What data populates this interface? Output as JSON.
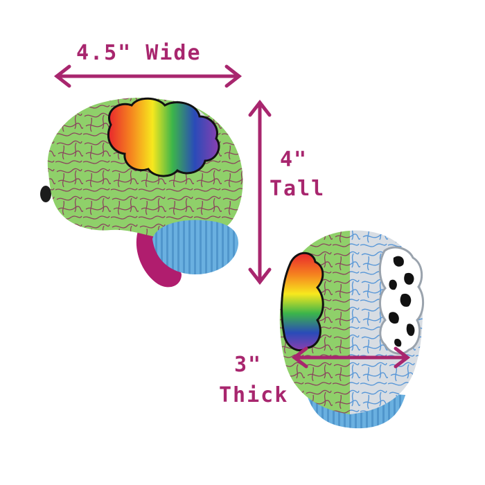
{
  "dimensions": {
    "width_label": "4.5\" Wide",
    "height_value": "4\"",
    "height_word": "Tall",
    "thick_value": "3\"",
    "thick_word": "Thick"
  },
  "colors": {
    "label": "#a8266e",
    "brain_green": "#8fd06a",
    "vein": "#8a2a5a",
    "cerebellum_blue": "#6ab0e0",
    "brainstem": "#b01d6e",
    "hemisphere_gray": "#d8dde3"
  }
}
